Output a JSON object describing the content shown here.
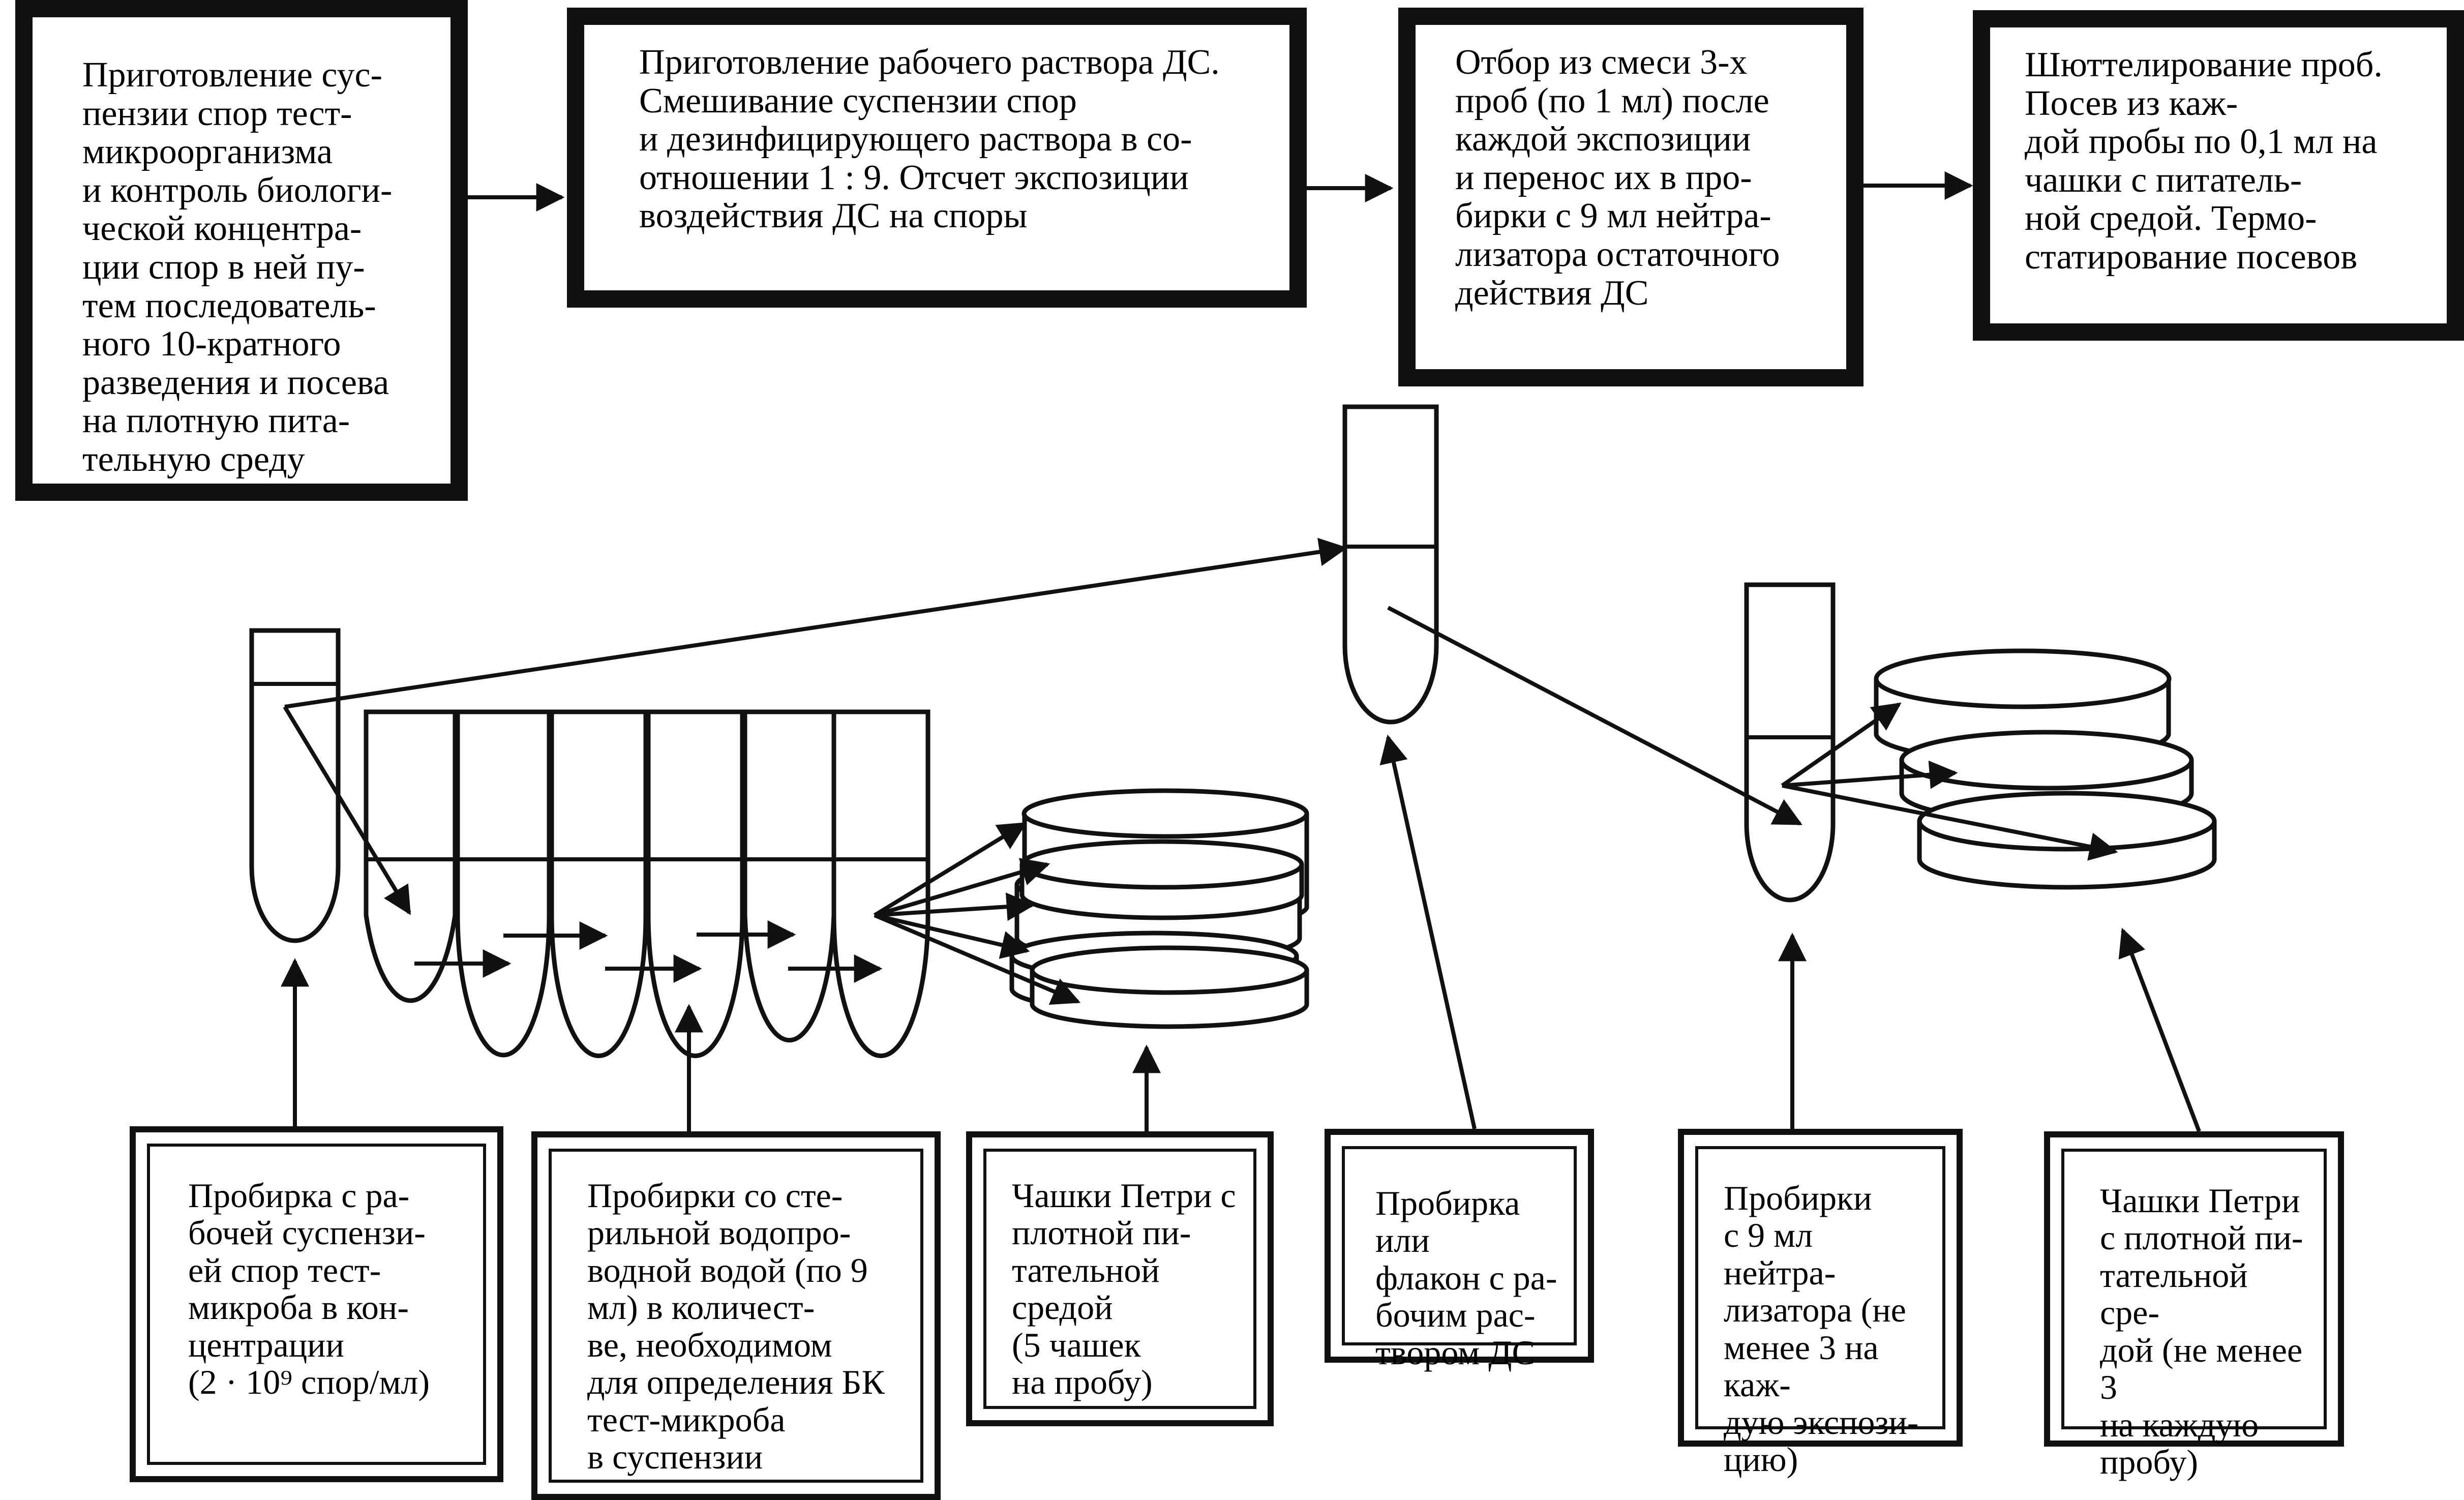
{
  "steps": [
    {
      "text": "Приготовление сус-\nпензии спор тест-\nмикроорганизма\nи контроль биологи-\nческой концентра-\nции спор в ней пу-\nтем последователь-\nного 10-кратного\nразведения и посева\nна плотную пита-\nтельную среду"
    },
    {
      "text": "Приготовление рабочего раствора ДС.\nСмешивание суспензии спор\nи дезинфицирующего раствора в со-\nотношении 1 : 9. Отсчет экспозиции\nвоздействия ДС на споры"
    },
    {
      "text": "Отбор из смеси 3-х\nпроб (по 1 мл) после\nкаждой экспозиции\nи перенос их в про-\nбирки с 9 мл нейтра-\nлизатора остаточного\nдействия ДС"
    },
    {
      "text": "Шюттелирование проб.\nПосев из каж-\nдой пробы по 0,1 мл на\nчашки с питатель-\nной средой. Термо-\nстатирование посевов"
    }
  ],
  "labels": [
    {
      "text": "Пробирка с ра-\nбочей суспензи-\nей спор тест-\nмикроба в кон-\nцентрации\n(2 · 10⁹ спор/мл)"
    },
    {
      "text": "Пробирки со сте-\nрильной водопро-\nводной водой (по 9\nмл) в количест-\nве, необходимом\nдля определения БК\nтест-микроба\nв суспензии"
    },
    {
      "text": "Чашки Петри с\nплотной пи-\nтательной\nсредой\n(5 чашек\nна пробу)"
    },
    {
      "text": "Пробирка или\nфлакон с ра-\nбочим рас-\nтвором ДС"
    },
    {
      "text": "Пробирки\nс 9 мл нейтра-\nлизатора (не\nменее 3 на каж-\nдую экспози-\nцию)"
    },
    {
      "text": "Чашки Петри\nс плотной пи-\nтательной сре-\nдой (не менее 3\nна каждую\nпробу)"
    }
  ]
}
